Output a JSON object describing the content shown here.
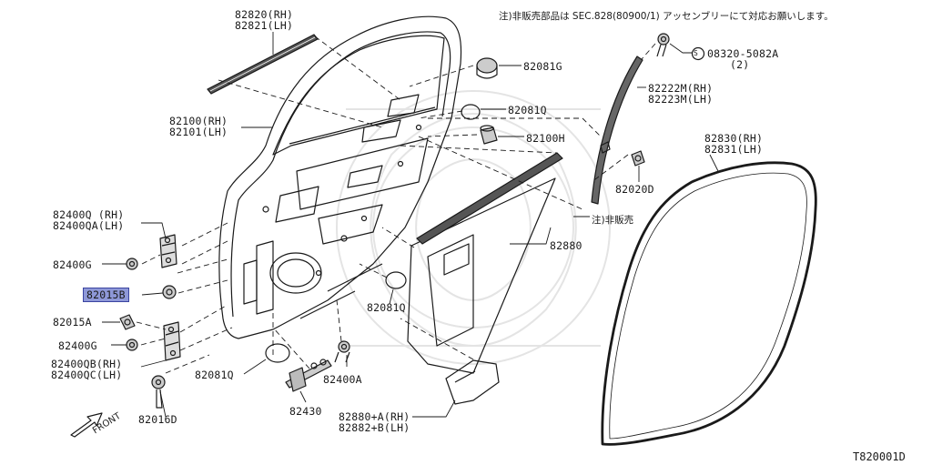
{
  "note": "注)非販売部品は SEC.828(80900/1) アッセンブリーにて対応お願いします。",
  "diagram_code": "T820001D",
  "front_label": "FRONT",
  "labels": {
    "p82820": "82820(RH)",
    "p82821": "82821(LH)",
    "p82100": "82100(RH)",
    "p82101": "82101(LH)",
    "p82400q": "82400Q (RH)",
    "p82400qa": "82400QA(LH)",
    "p82400g_a": "82400G",
    "p82015b": "82015B",
    "p82015a": "82015A",
    "p82400g_b": "82400G",
    "p82400qb": "82400QB(RH)",
    "p82400qc": "82400QC(LH)",
    "p82016d": "82016D",
    "p82081q_a": "82081Q",
    "p82430": "82430",
    "p82400a": "82400A",
    "p82081q_b": "82081Q",
    "p82880a": "82880+A(RH)",
    "p82882b": "82882+B(LH)",
    "p82880": "82880",
    "p82081g": "82081G",
    "p82081q_c": "82081Q",
    "p82100h": "82100H",
    "p_hihanbai": "注)非販売",
    "p82222m": "82222M(RH)",
    "p82223m": "82223M(LH)",
    "p08320": "08320-5082A",
    "p08320_qty": "(2)",
    "p08320_s": "S",
    "p82020d": "82020D",
    "p82830": "82830(RH)",
    "p82831": "82831(LH)"
  }
}
